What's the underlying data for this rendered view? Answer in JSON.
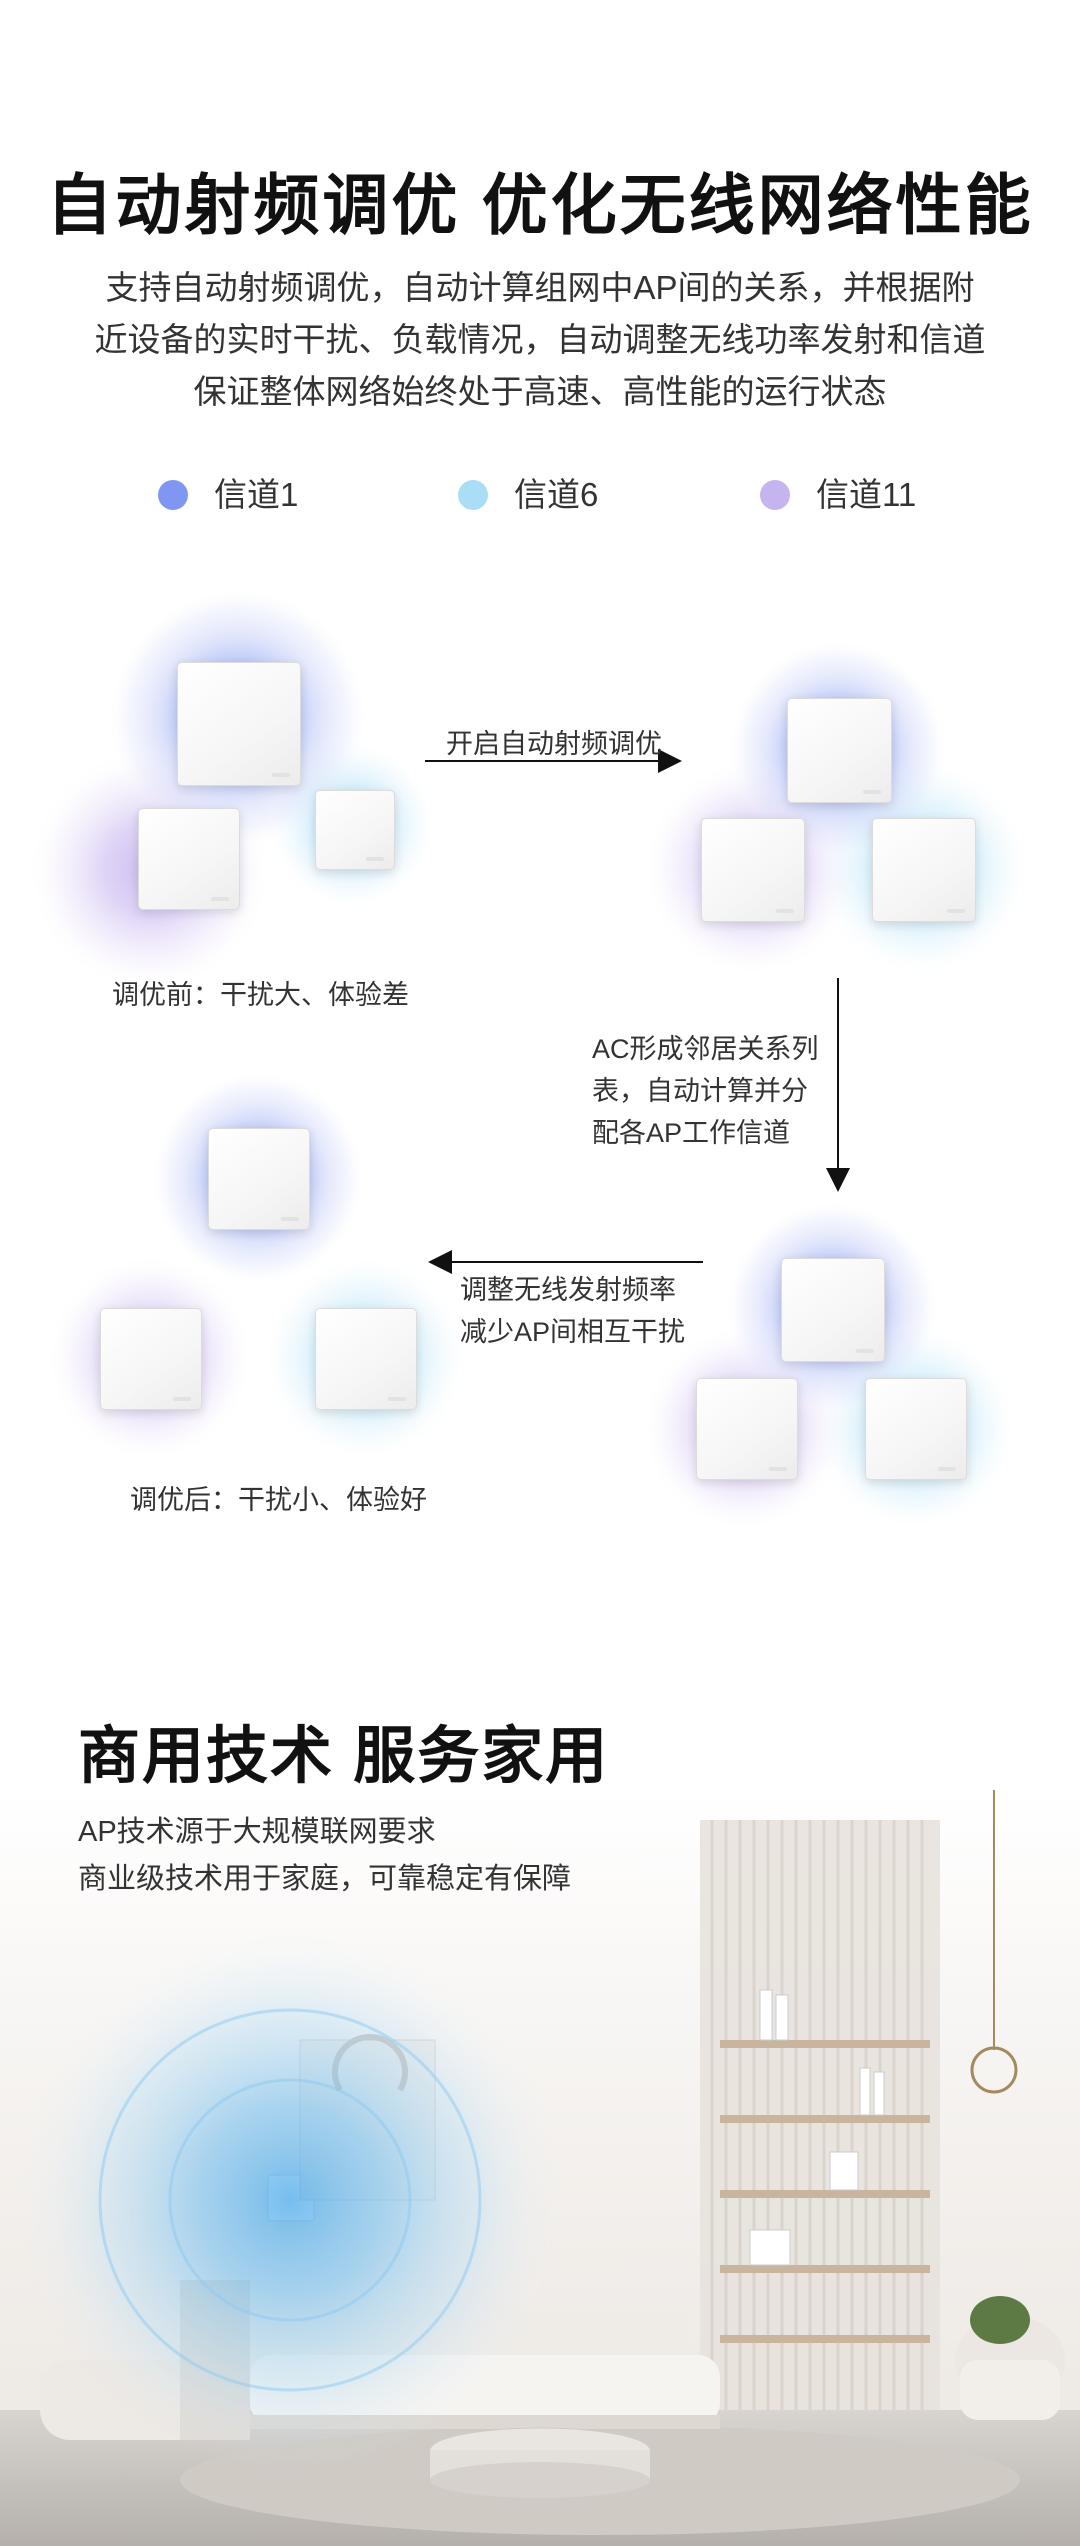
{
  "title": "自动射频调优 优化无线网络性能",
  "description_lines": [
    "支持自动射频调优，自动计算组网中AP间的关系，并根据附",
    "近设备的实时干扰、负载情况，自动调整无线功率发射和信道",
    "保证整体网络始终处于高速、高性能的运行状态"
  ],
  "legend": [
    {
      "label": "信道1",
      "color": "#7f97f2",
      "icon": "channel1-dot-icon"
    },
    {
      "label": "信道6",
      "color": "#a9def6",
      "icon": "channel6-dot-icon"
    },
    {
      "label": "信道11",
      "color": "#c6b4f0",
      "icon": "channel11-dot-icon"
    }
  ],
  "diagram": {
    "step1_label": "开启自动射频调优",
    "step2_lines": [
      "AC形成邻居关系列",
      "表，自动计算并分",
      "配各AP工作信道"
    ],
    "step3_lines": [
      "调整无线发射频率",
      "减少AP间相互干扰"
    ],
    "before_caption": "调优前：干扰大、体验差",
    "after_caption": "调优后：干扰小、体验好"
  },
  "section2": {
    "title": "商用技术 服务家用",
    "lines": [
      "AP技术源于大规模联网要求",
      "商业级技术用于家庭，可靠稳定有保障"
    ]
  },
  "colors": {
    "channel1": "#7f97f2",
    "channel6": "#a9def6",
    "channel11": "#c6b4f0",
    "wifi_signal": "#4aa8e8"
  }
}
